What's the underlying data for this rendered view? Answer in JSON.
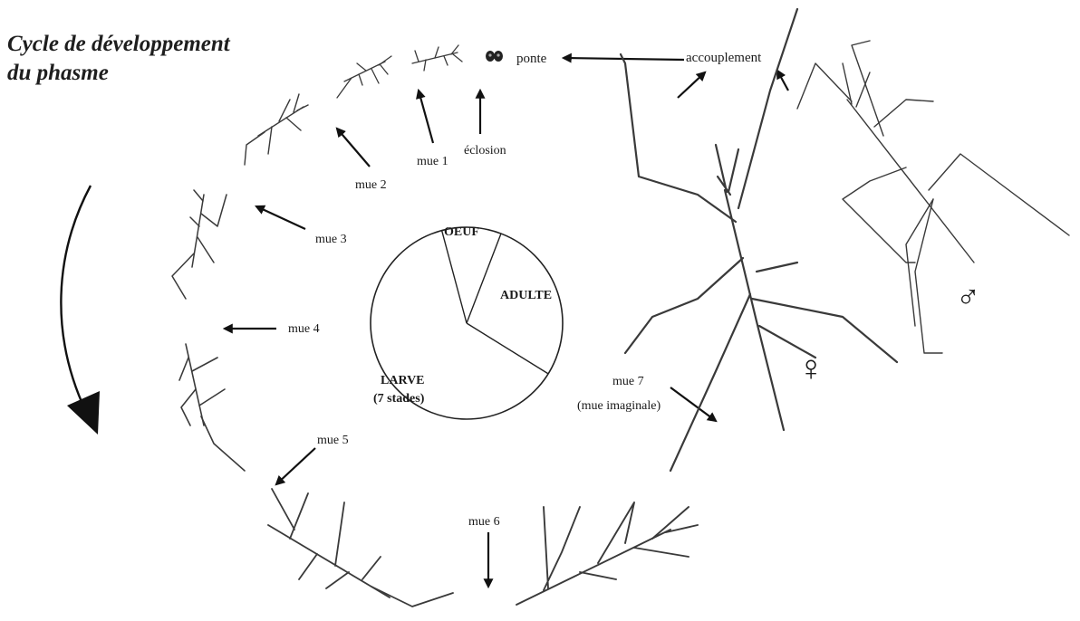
{
  "title": {
    "line1": "Cycle de développement",
    "line2": "du phasme"
  },
  "labels": {
    "ponte": "ponte",
    "accouplement": "accouplement",
    "eclosion": "éclosion",
    "mue1": "mue 1",
    "mue2": "mue 2",
    "mue3": "mue 3",
    "mue4": "mue 4",
    "mue5": "mue 5",
    "mue6": "mue 6",
    "mue7": "mue 7",
    "mue7_sub": "(mue imaginale)",
    "female_symbol": "♀",
    "male_symbol": "♂"
  },
  "pie": {
    "stages": [
      {
        "name": "OEUF",
        "share": 0.1
      },
      {
        "name": "ADULTE",
        "share": 0.28
      },
      {
        "name": "LARVE",
        "sub": "(7 stades)",
        "share": 0.62
      }
    ]
  }
}
